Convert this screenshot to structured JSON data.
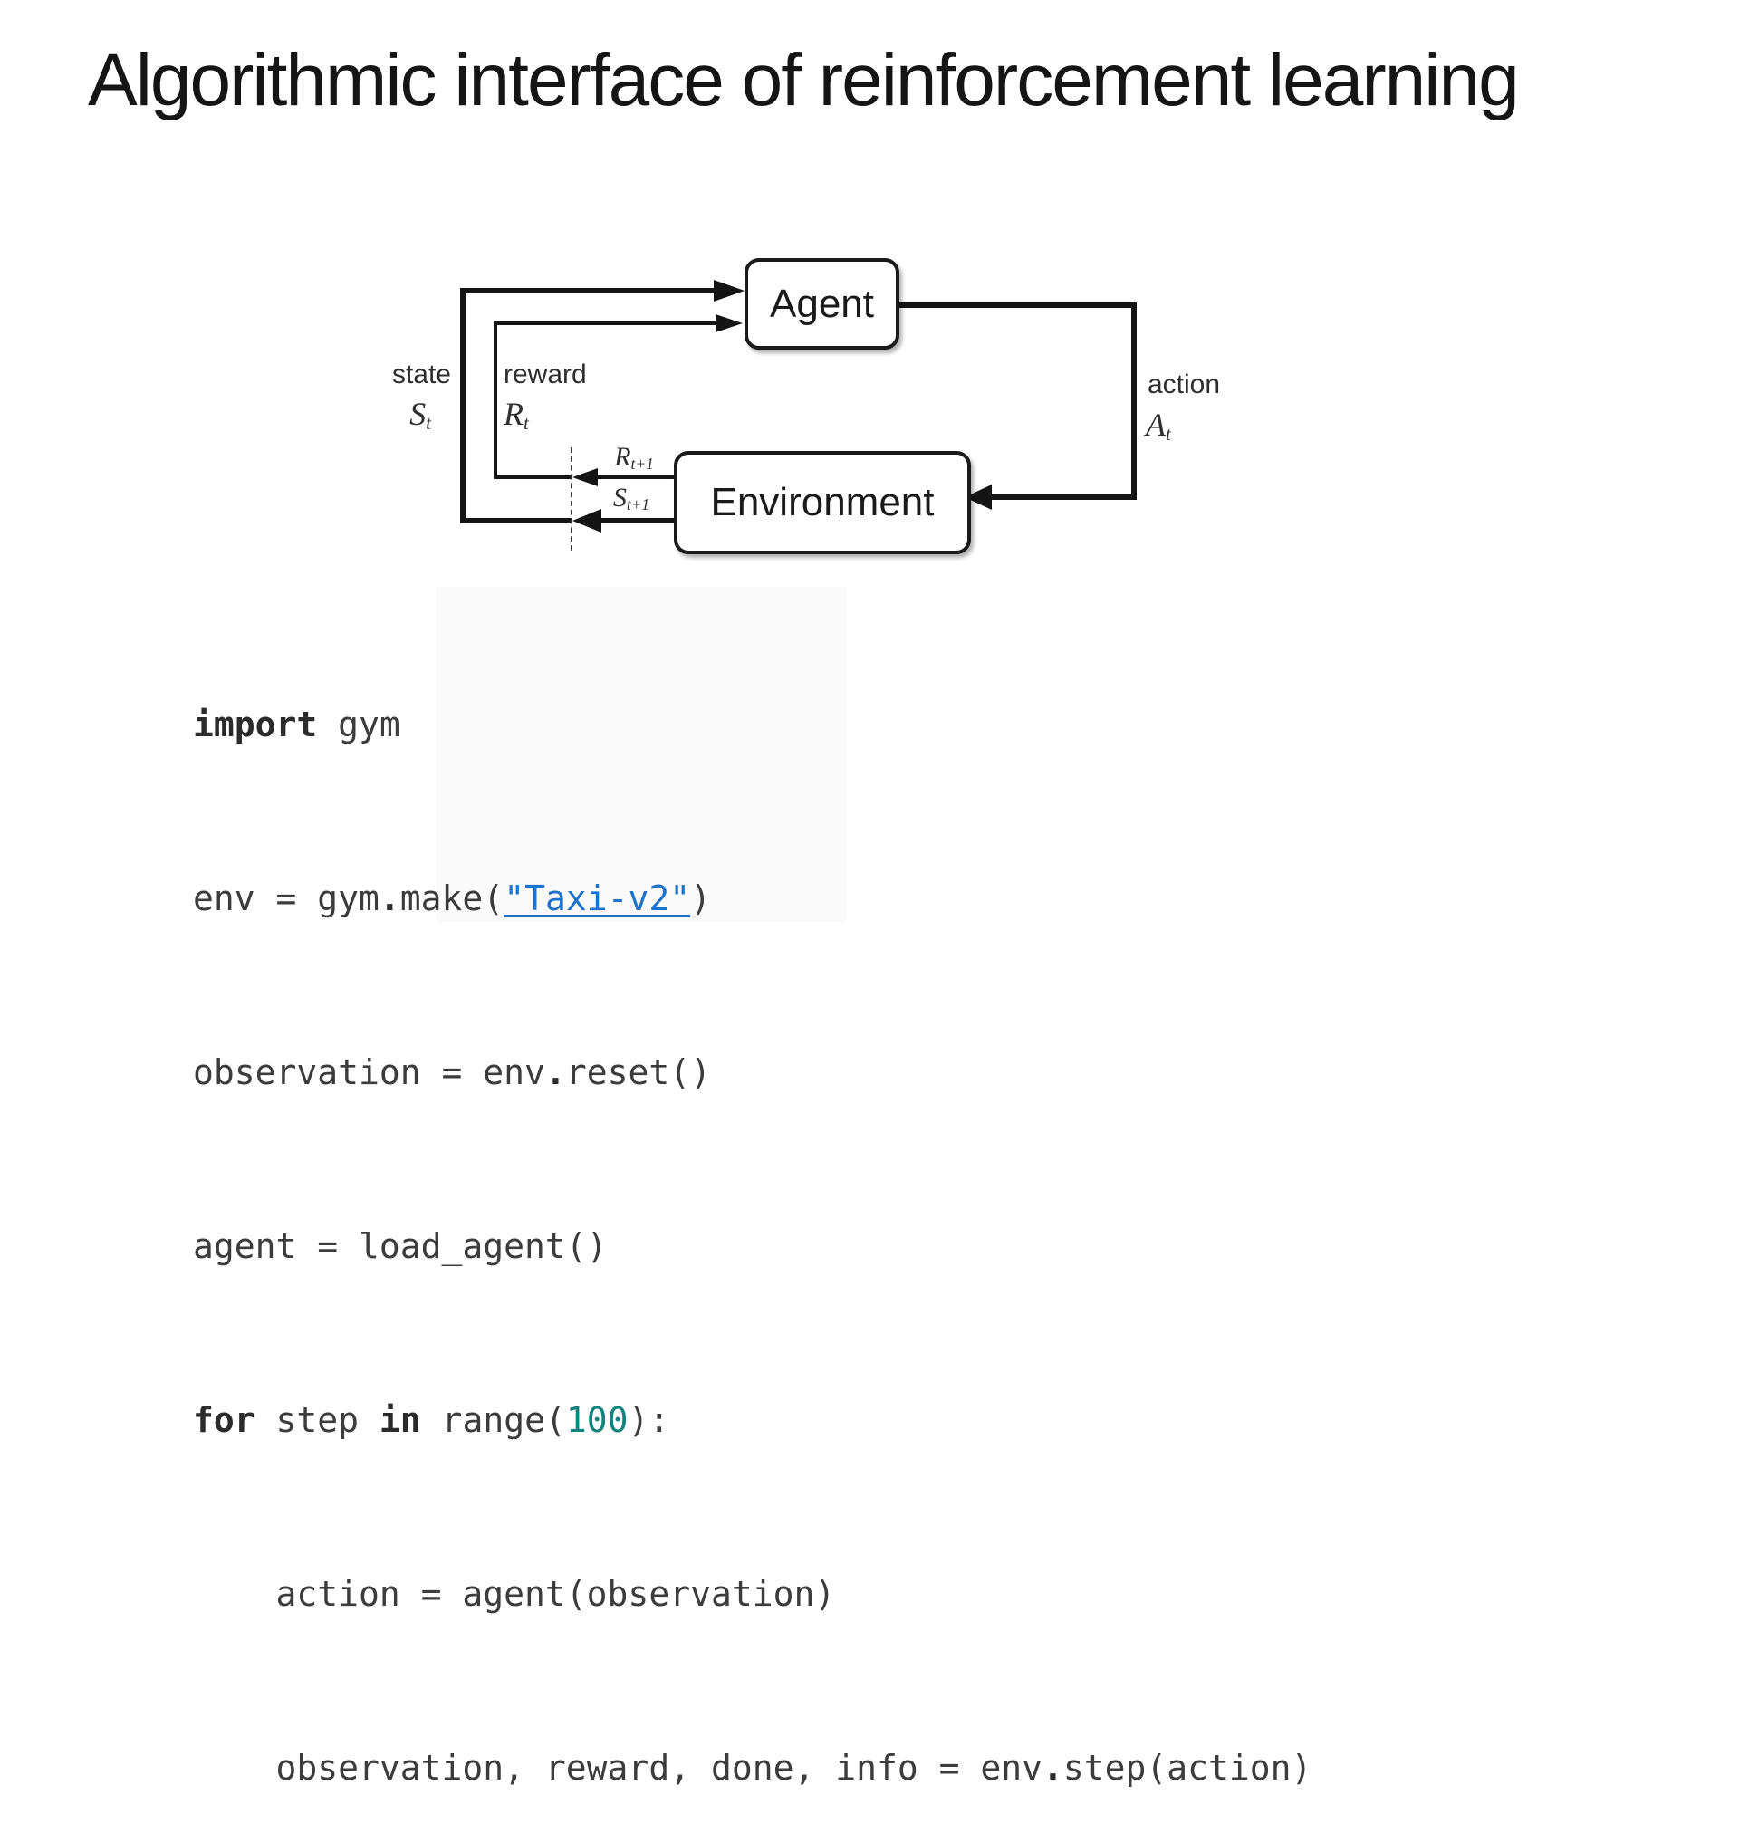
{
  "slide": {
    "title": "Algorithmic interface of reinforcement learning"
  },
  "diagram": {
    "agent": "Agent",
    "environment": "Environment",
    "state": {
      "label": "state",
      "symbol": "S",
      "sub": "t"
    },
    "reward": {
      "label": "reward",
      "symbol": "R",
      "sub": "t"
    },
    "action": {
      "label": "action",
      "symbol": "A",
      "sub": "t"
    },
    "next_reward": {
      "symbol": "R",
      "sub": "t+1"
    },
    "next_state": {
      "symbol": "S",
      "sub": "t+1"
    }
  },
  "code": {
    "lines": [
      {
        "segments": [
          {
            "t": "import"
          },
          {
            "t": " gym"
          }
        ]
      },
      {
        "segments": [
          {
            "t": "env = gym"
          },
          {
            "t": "."
          },
          {
            "t": "make("
          },
          {
            "t": "\"Taxi-v2\""
          },
          {
            "t": ")"
          }
        ]
      },
      {
        "segments": [
          {
            "t": "observation = env"
          },
          {
            "t": "."
          },
          {
            "t": "reset()"
          }
        ]
      },
      {
        "segments": [
          {
            "t": "agent = load_agent()"
          }
        ]
      },
      {
        "segments": [
          {
            "t": "for"
          },
          {
            "t": " step "
          },
          {
            "t": "in"
          },
          {
            "t": " range("
          },
          {
            "t": "100"
          },
          {
            "t": "):"
          }
        ]
      },
      {
        "segments": [
          {
            "t": "    action = agent(observation)"
          }
        ]
      },
      {
        "segments": [
          {
            "t": "    observation, reward, done, info = env"
          },
          {
            "t": "."
          },
          {
            "t": "step(action)"
          }
        ]
      }
    ]
  },
  "colors": {
    "keyword": "#2b2b2b",
    "code_text": "#3c3c3c",
    "string_link": "#1f72c9",
    "number": "#11827c",
    "diagram_ink": "#141414"
  }
}
